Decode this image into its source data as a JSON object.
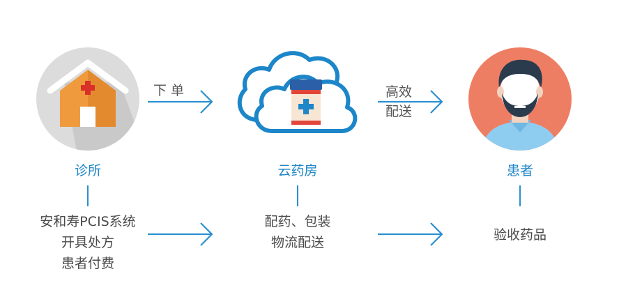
{
  "nodes": {
    "clinic": {
      "label": "诊所",
      "desc_lines": [
        "安和寿PCIS系统",
        "开具处方",
        "患者付费"
      ]
    },
    "pharmacy": {
      "label": "云药房",
      "desc_lines": [
        "配药、包装",
        "物流配送"
      ]
    },
    "patient": {
      "label": "患者",
      "desc_lines": [
        "验收药品"
      ]
    }
  },
  "arrows": {
    "order": {
      "label": "下 单"
    },
    "delivery": {
      "label_lines": [
        "高效",
        "配送"
      ]
    }
  },
  "colors": {
    "accent_blue": "#1f86c8",
    "clinic_circle": "#d9d9d9",
    "patient_circle": "#ee7e63"
  }
}
